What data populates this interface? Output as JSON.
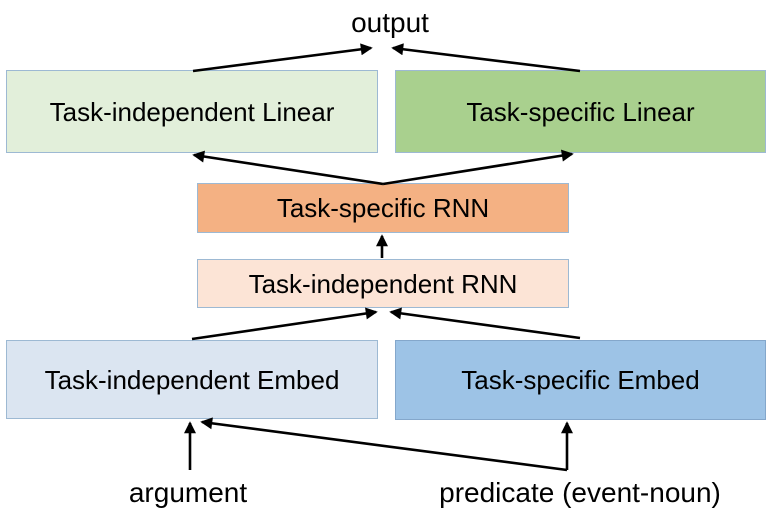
{
  "diagram": {
    "output_label": "output",
    "boxes": {
      "task_independent_linear": {
        "label": "Task-independent Linear",
        "fill": "#e2efda",
        "border": "#9db9d3"
      },
      "task_specific_linear": {
        "label": "Task-specific Linear",
        "fill": "#a9d08e",
        "border": "#9db9d3"
      },
      "task_specific_rnn": {
        "label": "Task-specific RNN",
        "fill": "#f4b183",
        "border": "#9db9d3"
      },
      "task_independent_rnn": {
        "label": "Task-independent RNN",
        "fill": "#fce4d6",
        "border": "#9db9d3"
      },
      "task_independent_embed": {
        "label": "Task-independent Embed",
        "fill": "#dbe5f1",
        "border": "#9db9d3"
      },
      "task_specific_embed": {
        "label": "Task-specific Embed",
        "fill": "#9dc3e6",
        "border": "#84a7cb"
      }
    },
    "input_labels": {
      "argument": "argument",
      "predicate": "predicate (event-noun)"
    },
    "colors": {
      "arrow": "#000000",
      "text": "#000000",
      "background": "#ffffff"
    }
  }
}
